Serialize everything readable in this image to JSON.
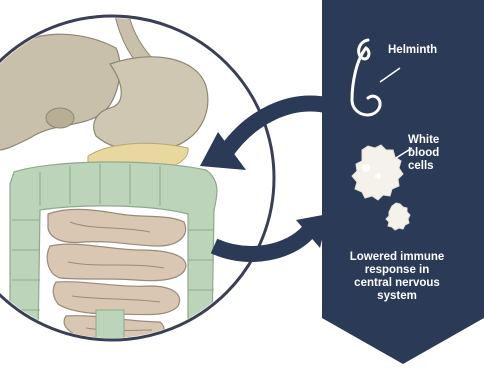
{
  "labels": {
    "helminth": "Helminth",
    "white_blood_cells": [
      "White",
      "blood",
      "cells"
    ],
    "immune_response": [
      "Lowered immune",
      "response in",
      "central nervous",
      "system"
    ]
  },
  "colors": {
    "panel": "#2b3a57",
    "arrow": "#2b3a57",
    "organ_outline": "#3a3f55",
    "liver_stomach": "#c8c0aa",
    "intestine": "#d9c7b4",
    "colon": "#bcd4b9",
    "pancreas": "#e9d7a0",
    "cell": "#f4f2ea"
  },
  "icons": [
    "helminth-icon",
    "white-blood-cell-icon",
    "curved-arrow-icon"
  ]
}
